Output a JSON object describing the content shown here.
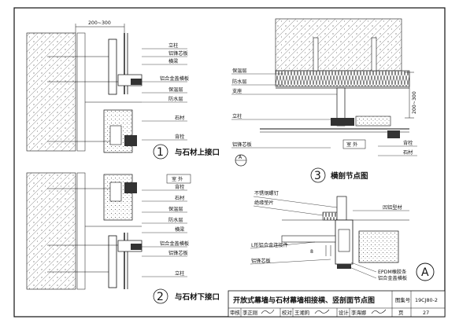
{
  "drawing": {
    "dimension_top": "200~300",
    "dimension_side": "200~300",
    "detail1": {
      "number": "1",
      "title": "与石材上接口",
      "labels": [
        "立柱",
        "铝锋芯板",
        "横梁",
        "铝合金盖横板",
        "保温层",
        "防水层",
        "石材",
        "背栓"
      ]
    },
    "detail2": {
      "number": "2",
      "title": "与石材下接口",
      "outdoor": "室 外",
      "labels": [
        "背栓",
        "石材",
        "保温层",
        "防水层",
        "横梁",
        "铝合金盖横板",
        "铝锋芯板",
        "立柱"
      ]
    },
    "detail3": {
      "number": "3",
      "title": "横剖节点图",
      "outdoor": "室 外",
      "callout": "A",
      "labels_left": [
        "保温层",
        "防水层",
        "支座",
        "立柱",
        "铝锋芯板"
      ],
      "labels_right": [
        "背栓",
        "石材"
      ]
    },
    "detailA": {
      "letter": "A",
      "labels_left": [
        "不锈钢螺钉",
        "绝缘垫片",
        "L形铝合金连接件",
        "铝锋芯板"
      ],
      "labels_right": [
        "凹铝型材",
        "EPDM橡胶条",
        "铝合金盖横板"
      ],
      "dim": "8"
    }
  },
  "title_block": {
    "title": "开放式幕墙与石材幕墙相接横、竖剖面节点图",
    "atlas_label": "图集号",
    "atlas_no": "19CJ80-2",
    "review_label": "审核",
    "review_name": "李正刚",
    "check_label": "校对",
    "check_name": "王湘莉",
    "design_label": "设计",
    "design_name": "李海娜",
    "page_label": "页",
    "page_no": "27"
  }
}
